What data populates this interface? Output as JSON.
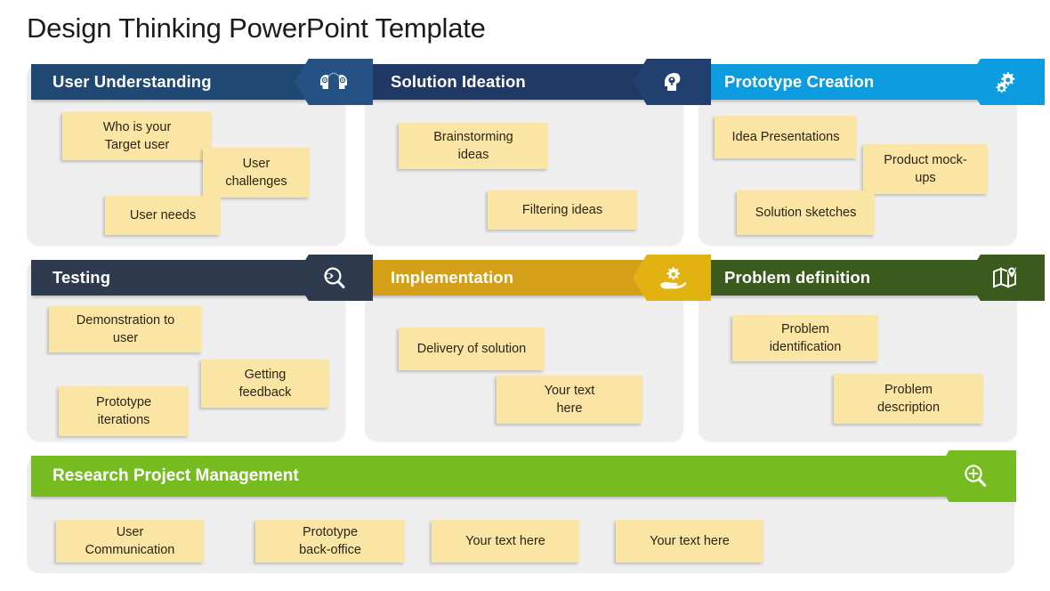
{
  "slide": {
    "title": "Design Thinking PowerPoint Template",
    "background": "#ffffff",
    "card_body_color": "#eeeeee",
    "note_color": "#FBE5A4"
  },
  "cards": [
    {
      "id": "user-understanding",
      "title": "User Understanding",
      "header_color": "#1F4872",
      "icon_tab_color": "#255184",
      "icon": "two-heads-gears-icon",
      "notes": [
        {
          "label": "Who is your\nTarget user",
          "lines": [
            "Who is your",
            "Target user"
          ]
        },
        {
          "label": "User\nchallenges",
          "lines": [
            "User",
            "challenges"
          ]
        },
        {
          "label": "User needs",
          "lines": [
            "User needs"
          ]
        }
      ]
    },
    {
      "id": "solution-ideation",
      "title": "Solution Ideation",
      "header_color": "#1F3864",
      "icon_tab_color": "#22406F",
      "icon": "head-idea-pin-icon",
      "notes": [
        {
          "label": "Brainstorming\nideas",
          "lines": [
            "Brainstorming",
            "ideas"
          ]
        },
        {
          "label": "Filtering ideas",
          "lines": [
            "Filtering ideas"
          ]
        }
      ]
    },
    {
      "id": "prototype-creation",
      "title": "Prototype Creation",
      "header_color": "#0C9CDF",
      "icon_tab_color": "#0C9CDF",
      "icon": "gears-icon",
      "notes": [
        {
          "label": "Idea Presentations",
          "lines": [
            "Idea Presentations"
          ]
        },
        {
          "label": "Product mock-ups",
          "lines": [
            "Product mock-",
            "ups"
          ]
        },
        {
          "label": "Solution sketches",
          "lines": [
            "Solution sketches"
          ]
        }
      ]
    },
    {
      "id": "testing",
      "title": "Testing",
      "header_color": "#2E3A4D",
      "icon_tab_color": "#2E3A4D",
      "icon": "eye-magnifier-icon",
      "notes": [
        {
          "label": "Demonstration to\nuser",
          "lines": [
            "Demonstration to",
            "user"
          ]
        },
        {
          "label": "Getting\nfeedback",
          "lines": [
            "Getting",
            "feedback"
          ]
        },
        {
          "label": "Prototype\niterations",
          "lines": [
            "Prototype",
            "iterations"
          ]
        }
      ]
    },
    {
      "id": "implementation",
      "title": "Implementation",
      "header_color": "#D4A017",
      "icon_tab_color": "#E2B211",
      "icon": "hand-gear-icon",
      "notes": [
        {
          "label": "Delivery of solution",
          "lines": [
            "Delivery of solution"
          ]
        },
        {
          "label": "Your text here",
          "lines": [
            "Your text",
            "here"
          ]
        }
      ]
    },
    {
      "id": "problem-definition",
      "title": "Problem definition",
      "header_color": "#3A5A1E",
      "icon_tab_color": "#3A5A1E",
      "icon": "map-location-icon",
      "notes": [
        {
          "label": "Problem\nidentification",
          "lines": [
            "Problem",
            "identification"
          ]
        },
        {
          "label": "Problem\ndescription",
          "lines": [
            "Problem",
            "description"
          ]
        }
      ]
    }
  ],
  "banner": {
    "id": "research-project-management",
    "title": "Research Project Management",
    "header_color": "#76BC21",
    "icon_tab_color": "#76BC21",
    "icon": "zoom-in-magnifier-icon",
    "notes": [
      {
        "label": "User Communication",
        "lines": [
          "User",
          "Communication"
        ]
      },
      {
        "label": "Prototype back-office",
        "lines": [
          "Prototype",
          "back-office"
        ]
      },
      {
        "label": "Your text here",
        "lines": [
          "Your text here"
        ]
      },
      {
        "label": "Your text here",
        "lines": [
          "Your text here"
        ]
      }
    ]
  }
}
